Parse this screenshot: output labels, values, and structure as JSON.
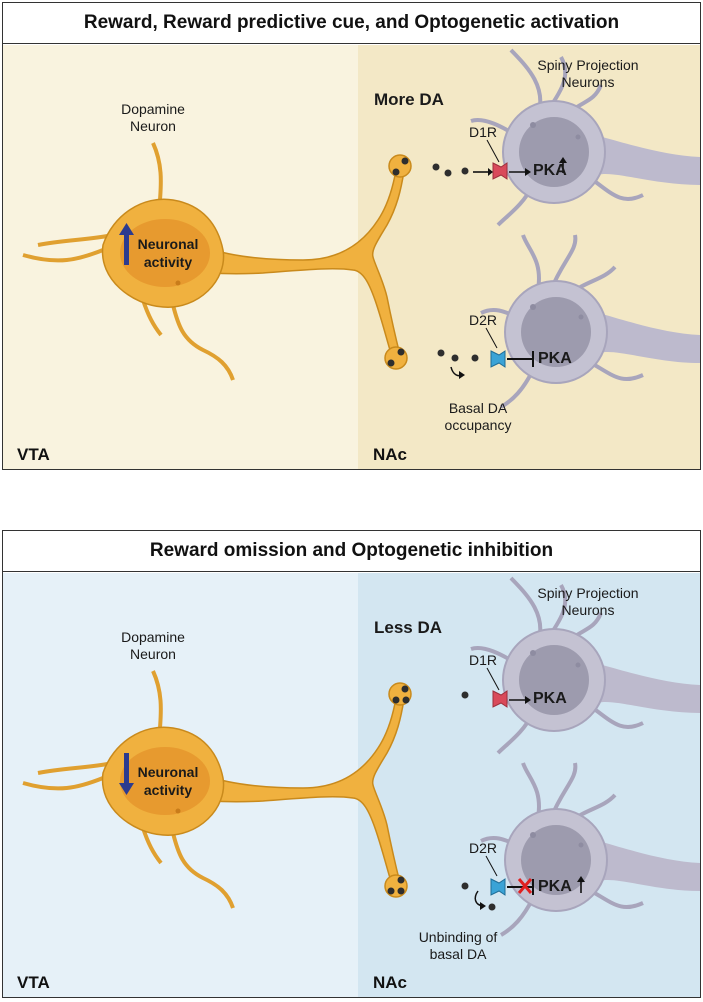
{
  "panels": [
    {
      "title": "Reward, Reward predictive cue, and Optogenetic activation",
      "da_level": "More DA",
      "neuron_label": "Dopamine\nNeuron",
      "soma_text": "Neuronal\nactivity",
      "activity_direction": "up",
      "spn_label": "Spiny Projection\nNeurons",
      "d1r_label": "D1R",
      "d2r_label": "D2R",
      "pka_top": "PKA",
      "pka_bottom": "PKA",
      "note": "Basal DA\noccupancy",
      "vta": "VTA",
      "nac": "NAc",
      "colors": {
        "left_bg": "#f9f3df",
        "right_bg": "#f3e8c6"
      }
    },
    {
      "title": "Reward omission and Optogenetic inhibition",
      "da_level": "Less DA",
      "neuron_label": "Dopamine\nNeuron",
      "soma_text": "Neuronal\nactivity",
      "activity_direction": "down",
      "spn_label": "Spiny Projection\nNeurons",
      "d1r_label": "D1R",
      "d2r_label": "D2R",
      "pka_top": "PKA",
      "pka_bottom": "PKA",
      "note": "Unbinding of\nbasal DA",
      "vta": "VTA",
      "nac": "NAc",
      "colors": {
        "left_bg": "#e6f1f8",
        "right_bg": "#d3e6f1"
      }
    }
  ],
  "colors": {
    "neuron": "#f0b13f",
    "neuron_dark": "#c98a1c",
    "spn_body": "#c4c2d2",
    "nucleus": "#9d9bae",
    "d1r": "#d94a5a",
    "d2r": "#3aa3d6",
    "arrow": "#2c3b8f",
    "cross": "#e02020"
  }
}
